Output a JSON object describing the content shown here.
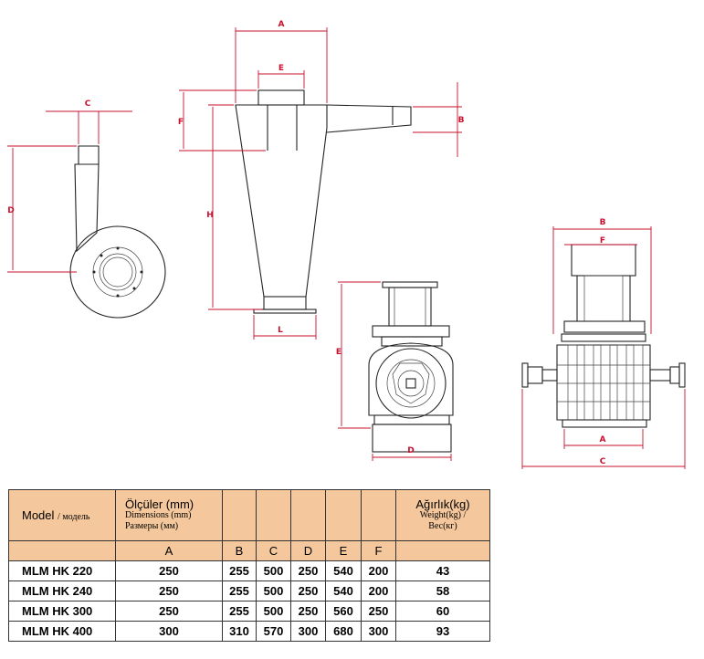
{
  "drawing": {
    "cyclone_labels": {
      "A": "A",
      "E": "E",
      "C": "C",
      "F": "F",
      "B": "B",
      "D": "D",
      "H": "H",
      "L": "L"
    },
    "valve_front_labels": {
      "E": "E",
      "D": "D"
    },
    "valve_side_labels": {
      "B": "B",
      "F": "F",
      "A": "A",
      "C": "C"
    }
  },
  "table": {
    "header": {
      "model_label": "Model",
      "model_sub": "/ модель",
      "dims_line1": "Ölçüler (mm)",
      "dims_line2": "Dimensions (mm)",
      "dims_line3": "Размеры (мм)",
      "weight_line1": "Ağırlık(kg)",
      "weight_line2": "Weight(kg) /",
      "weight_line3": "Вес(кг)"
    },
    "columns": [
      "A",
      "B",
      "C",
      "D",
      "E",
      "F"
    ],
    "rows": [
      {
        "model": "MLM HK 220",
        "A": "250",
        "B": "255",
        "C": "500",
        "D": "250",
        "E": "540",
        "F": "200",
        "weight": "43"
      },
      {
        "model": "MLM HK 240",
        "A": "250",
        "B": "255",
        "C": "500",
        "D": "250",
        "E": "540",
        "F": "200",
        "weight": "58"
      },
      {
        "model": "MLM HK 300",
        "A": "250",
        "B": "255",
        "C": "500",
        "D": "250",
        "E": "560",
        "F": "250",
        "weight": "60"
      },
      {
        "model": "MLM HK 400",
        "A": "300",
        "B": "310",
        "C": "570",
        "D": "300",
        "E": "680",
        "F": "300",
        "weight": "93"
      }
    ]
  },
  "colors": {
    "dimension": "#c8102e",
    "header_fill": "#f4c89c",
    "line": "#222222"
  }
}
